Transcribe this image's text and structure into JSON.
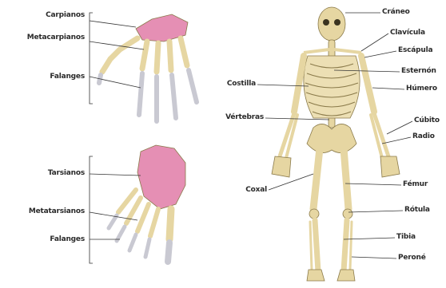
{
  "hand": {
    "carpals": "Carpianos",
    "metacarpals": "Metacarpianos",
    "phalanges": "Falanges"
  },
  "foot": {
    "tarsals": "Tarsianos",
    "metatarsals": "Metatarsianos",
    "phalanges": "Falanges"
  },
  "skeleton": {
    "skull": "Cráneo",
    "clavicle": "Clavícula",
    "scapula": "Escápula",
    "sternum": "Esternón",
    "humerus": "Húmero",
    "ribs": "Costilla",
    "vertebrae": "Vértebras",
    "ulna": "Cúbito",
    "radius": "Radio",
    "pelvis": "Coxal",
    "femur": "Fémur",
    "patella": "Rótula",
    "tibia": "Tibia",
    "fibula": "Peroné"
  },
  "colors": {
    "bone": "#e6d6a2",
    "bone_outline": "#8a7a4a",
    "carpal_tarsal": "#e58fb4",
    "phalanx": "#c9c9d2",
    "leader_line": "#333333"
  }
}
